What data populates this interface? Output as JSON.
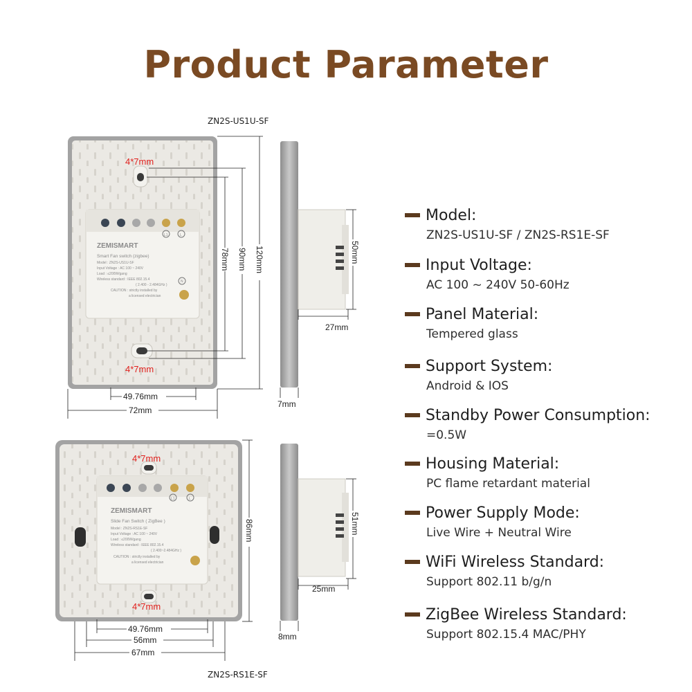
{
  "title": "Product Parameter",
  "top_product": {
    "label": "ZN2S-US1U-SF",
    "hole_top": "4*7mm",
    "hole_bottom": "4*7mm",
    "module": {
      "brand": "ZEMISMART",
      "name": "Smart Fan switch (zigbee)",
      "model": "Model : ZN2S-US1U-SF",
      "voltage": "Input Voltage : AC 100 ~ 240V",
      "load": "Load : ≤200W/gang",
      "wireless": "Wireless standard : IEEE 802.15.4",
      "freq": "( 2.400 - 2.484GHz )",
      "caution1": "CAUTION : strictly installed by",
      "caution2": "a licensed electrician",
      "t_l1": "L1",
      "t_l": "L",
      "t_n": "N"
    },
    "dims": {
      "width_inner": "49.76mm",
      "width_outer": "72mm",
      "h_78": "78mm",
      "h_90": "90mm",
      "h_120": "120mm",
      "side_height": "50mm",
      "side_depth": "27mm",
      "side_thick": "7mm"
    }
  },
  "bottom_product": {
    "label": "ZN2S-RS1E-SF",
    "hole_top": "4*7mm",
    "hole_bottom": "4*7mm",
    "module": {
      "brand": "ZEMISMART",
      "name": "Slide  Fan Switch ( ZigBee )",
      "model": "Model : ZN2S-RS1E-SF",
      "voltage": "Input Voltage : AC 100 ~ 240V",
      "load": "Load : ≤200W/gang",
      "wireless": "Wireless standard : IEEE 802.15.4",
      "freq": "( 2.400~2.484GHz )",
      "caution1": "CAUTION : strictly installed by",
      "caution2": "a licensed electrician",
      "t_l1": "L1",
      "t_l": "L"
    },
    "dims": {
      "width_inner": "49.76mm",
      "width_mid": "56mm",
      "width_outer": "67mm",
      "height": "86mm",
      "side_height": "51mm",
      "side_depth": "25mm",
      "side_thick": "8mm"
    }
  },
  "params": [
    {
      "name": "Model:",
      "value": "ZN2S-US1U-SF / ZN2S-RS1E-SF"
    },
    {
      "name": "Input Voltage:",
      "value": "AC 100 ~ 240V 50-60Hz"
    },
    {
      "name": "Panel Material:",
      "value": "Tempered glass"
    },
    {
      "name": "Support System:",
      "value": "Android & IOS"
    },
    {
      "name": "Standby Power Consumption:",
      "value": "=0.5W"
    },
    {
      "name": "Housing Material:",
      "value": "PC flame retardant material"
    },
    {
      "name": "Power Supply Mode:",
      "value": "Live Wire + Neutral Wire"
    },
    {
      "name": "WiFi Wireless Standard:",
      "value": "Support 802.11 b/g/n"
    },
    {
      "name": "ZigBee Wireless Standard:",
      "value": "Support 802.15.4 MAC/PHY"
    }
  ],
  "colors": {
    "title": "#7a4a23",
    "bullet": "#5b3a1e",
    "hole_label": "#e0201c",
    "panel_frame": "#9c9c9c",
    "panel_back": "#ebe9e4"
  }
}
